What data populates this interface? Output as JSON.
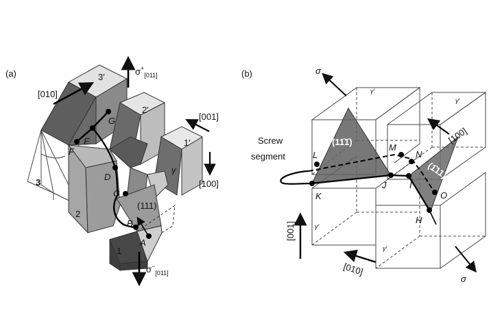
{
  "panel_a": {
    "tag": "(a)",
    "directions": {
      "d010": "[010]",
      "d001": "[001]",
      "d100": "[100]"
    },
    "sigma_plus": {
      "symbol": "σ",
      "sup": "+",
      "sub": "[011]"
    },
    "sigma_minus": {
      "symbol": "σ",
      "sup": "−",
      "sub": "[011]"
    },
    "blocks": {
      "b3": "3",
      "b3p": "3′",
      "b2": "2",
      "b2p": "2′",
      "b1": "1",
      "b1p": "1′",
      "gamma": "γ"
    },
    "plane": "(111)",
    "points": [
      "A",
      "B",
      "C",
      "D",
      "E",
      "F",
      "G"
    ]
  },
  "panel_b": {
    "tag": "(b)",
    "sigma_top": "σ",
    "sigma_bottom": "σ",
    "gamma_prime": "γ′",
    "plane_left": "(11̄1̄)",
    "plane_right": "(1̄11)",
    "screw_line1": "Screw",
    "screw_line2": "segment",
    "directions": {
      "d100": "[100]",
      "d001": "[001]",
      "d010": "[010]"
    },
    "points": [
      "H",
      "I",
      "J",
      "K",
      "L",
      "M",
      "N",
      "O"
    ]
  },
  "colors": {
    "dark_face": "#5a5a5a",
    "mid_face": "#9a9a9a",
    "light_face": "#d8d8d8",
    "plane_fill": "#6a6a6a"
  }
}
